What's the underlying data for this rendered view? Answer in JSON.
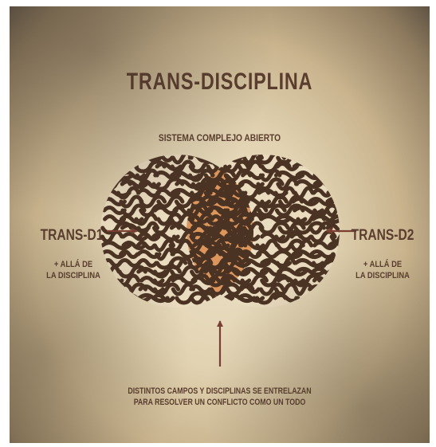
{
  "title": "TRANS-DISCIPLINA",
  "subtitle": "SISTEMA COMPLEJO ABIERTO",
  "left": {
    "label": "TRANS-D1",
    "note_line1": "+ ALLÁ DE",
    "note_line2": "LA DISCIPLINA"
  },
  "right": {
    "label": "TRANS-D2",
    "note_line1": "+ ALLÁ DE",
    "note_line2": "LA DISCIPLINA"
  },
  "bottom": {
    "line1": "DISTINTOS CAMPOS Y DISCIPLINAS SE ENTRELAZAN",
    "line2": "PARA RESOLVER UN CONFLICTO COMO UN TODO"
  },
  "colors": {
    "text": "#5a3d2e",
    "arrow": "#7a3f33",
    "maze": "#4b3324",
    "overlap": "#d98a4a"
  }
}
